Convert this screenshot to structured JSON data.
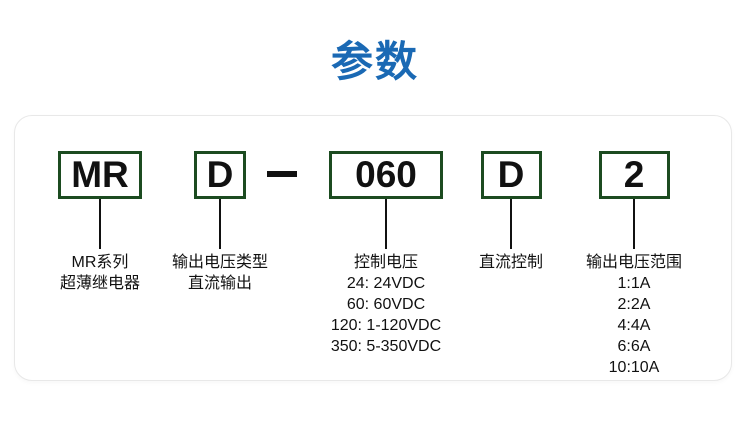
{
  "page": {
    "title": "参数"
  },
  "colors": {
    "title_blue": "#1a69b4",
    "box_border_green": "#1c4b20",
    "line_black": "#111111"
  },
  "model_code": {
    "full_code": "MRD-060D2",
    "separator": "-",
    "segments": [
      {
        "code": "MR",
        "labels": [
          "MR系列",
          "超薄继电器"
        ]
      },
      {
        "code": "D",
        "labels": [
          "输出电压类型",
          "直流输出"
        ]
      },
      {
        "code": "060",
        "labels": [
          "控制电压",
          "24: 24VDC",
          "60: 60VDC",
          "120: 1-120VDC",
          "350: 5-350VDC"
        ]
      },
      {
        "code": "D",
        "labels": [
          "直流控制"
        ]
      },
      {
        "code": "2",
        "labels": [
          "输出电压范围",
          "1:1A",
          "2:2A",
          "4:4A",
          "6:6A",
          "10:10A"
        ]
      }
    ]
  }
}
